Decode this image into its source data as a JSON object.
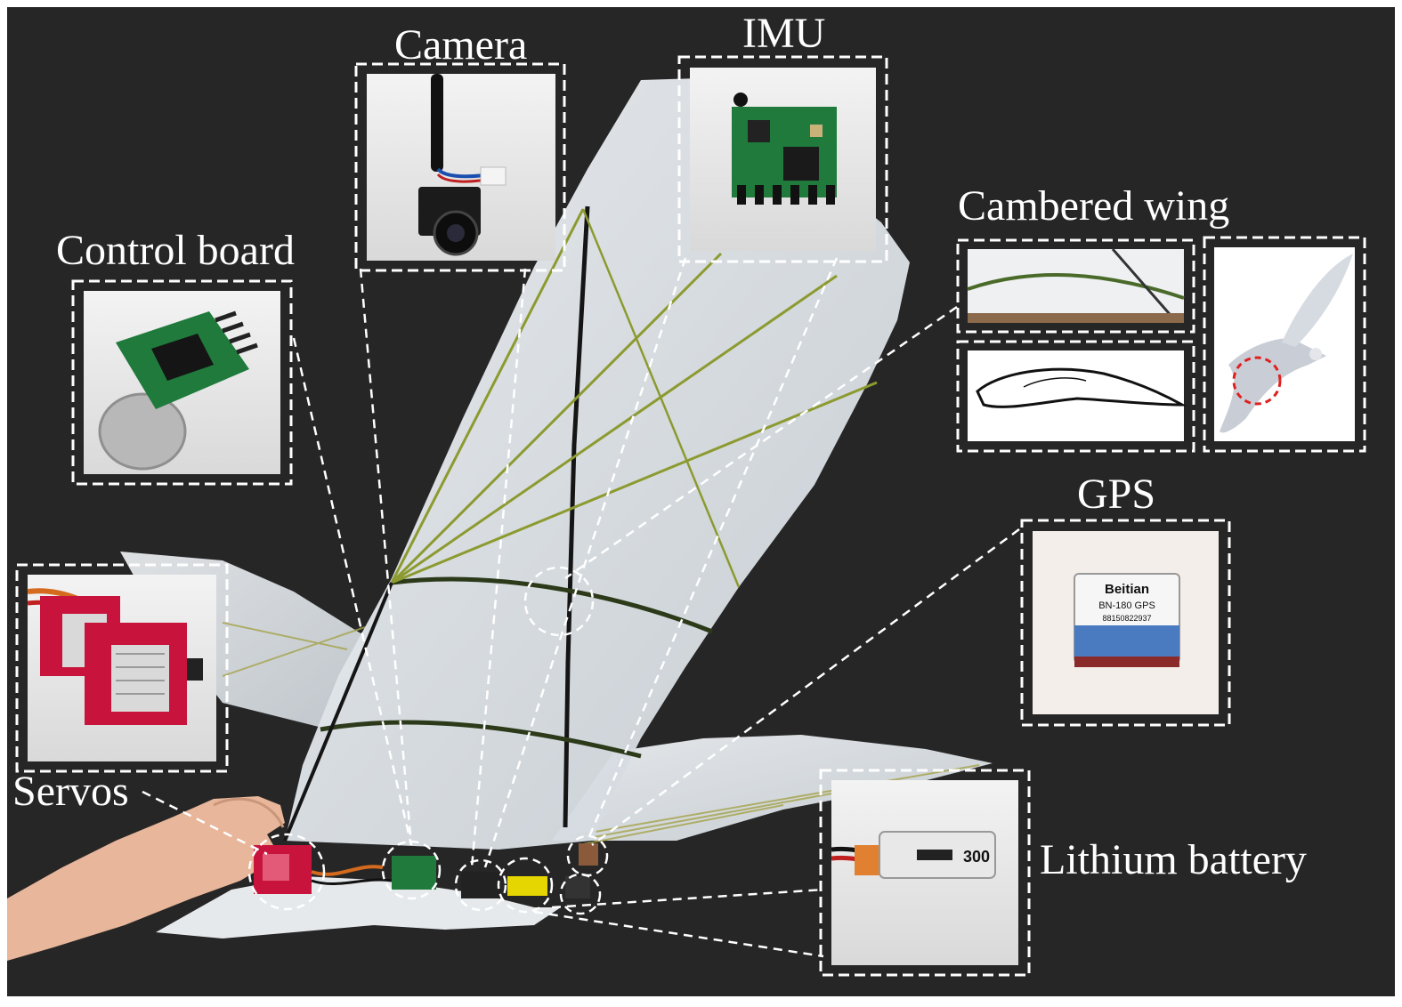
{
  "labels": {
    "camera": "Camera",
    "imu": "IMU",
    "control_board": "Control board",
    "cambered_wing": "Cambered wing",
    "gps": "GPS",
    "servos": "Servos",
    "lithium_battery": "Lithium battery"
  },
  "gps_chip_text": {
    "brand": "Beitian",
    "model": "BN-180 GPS",
    "serial": "88150822937"
  },
  "battery_text": "300",
  "colors": {
    "background": "#262626",
    "membrane": "#dfe4e8",
    "servo_red": "#c8143c",
    "pcb_green": "#1f7a3c",
    "callout_white": "#ffffff",
    "highlight_red": "#e02020"
  }
}
